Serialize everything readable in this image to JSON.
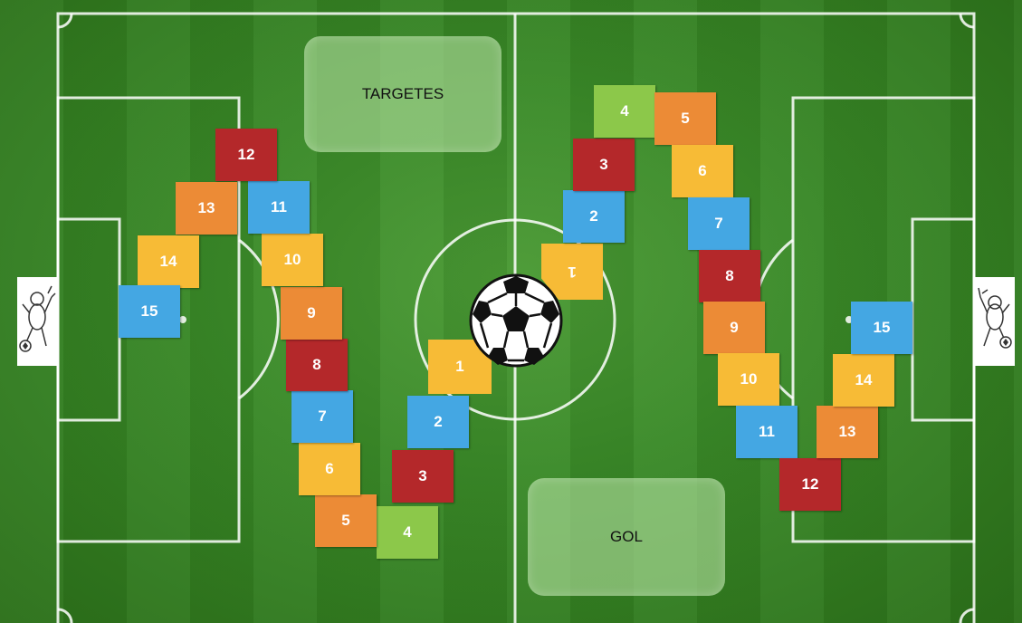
{
  "board": {
    "top_panel": {
      "label": "TARGETES"
    },
    "bottom_panel": {
      "label": "GOL"
    }
  },
  "left_path": [
    {
      "number": "1",
      "color": "yellow"
    },
    {
      "number": "2",
      "color": "blue"
    },
    {
      "number": "3",
      "color": "red"
    },
    {
      "number": "4",
      "color": "green"
    },
    {
      "number": "5",
      "color": "orange"
    },
    {
      "number": "6",
      "color": "yellow"
    },
    {
      "number": "7",
      "color": "blue"
    },
    {
      "number": "8",
      "color": "red"
    },
    {
      "number": "9",
      "color": "orange"
    },
    {
      "number": "10",
      "color": "yellow"
    },
    {
      "number": "11",
      "color": "blue"
    },
    {
      "number": "12",
      "color": "red"
    },
    {
      "number": "13",
      "color": "orange"
    },
    {
      "number": "14",
      "color": "yellow"
    },
    {
      "number": "15",
      "color": "blue"
    }
  ],
  "right_path": [
    {
      "number": "1",
      "color": "yellow"
    },
    {
      "number": "2",
      "color": "blue"
    },
    {
      "number": "3",
      "color": "red"
    },
    {
      "number": "4",
      "color": "green"
    },
    {
      "number": "5",
      "color": "orange"
    },
    {
      "number": "6",
      "color": "yellow"
    },
    {
      "number": "7",
      "color": "blue"
    },
    {
      "number": "8",
      "color": "red"
    },
    {
      "number": "9",
      "color": "orange"
    },
    {
      "number": "10",
      "color": "yellow"
    },
    {
      "number": "11",
      "color": "blue"
    },
    {
      "number": "12",
      "color": "red"
    },
    {
      "number": "13",
      "color": "orange"
    },
    {
      "number": "14",
      "color": "yellow"
    },
    {
      "number": "15",
      "color": "blue"
    }
  ],
  "colors": {
    "red": "#b4282a",
    "orange": "#ec8b36",
    "yellow": "#f7bb36",
    "blue": "#44a7e3",
    "green": "#8cc84a",
    "grass": "#3a8a28"
  },
  "icons": {
    "center": "soccer-ball-icon",
    "left_goal": "goalkeeper-icon",
    "right_goal": "goalkeeper-icon"
  }
}
